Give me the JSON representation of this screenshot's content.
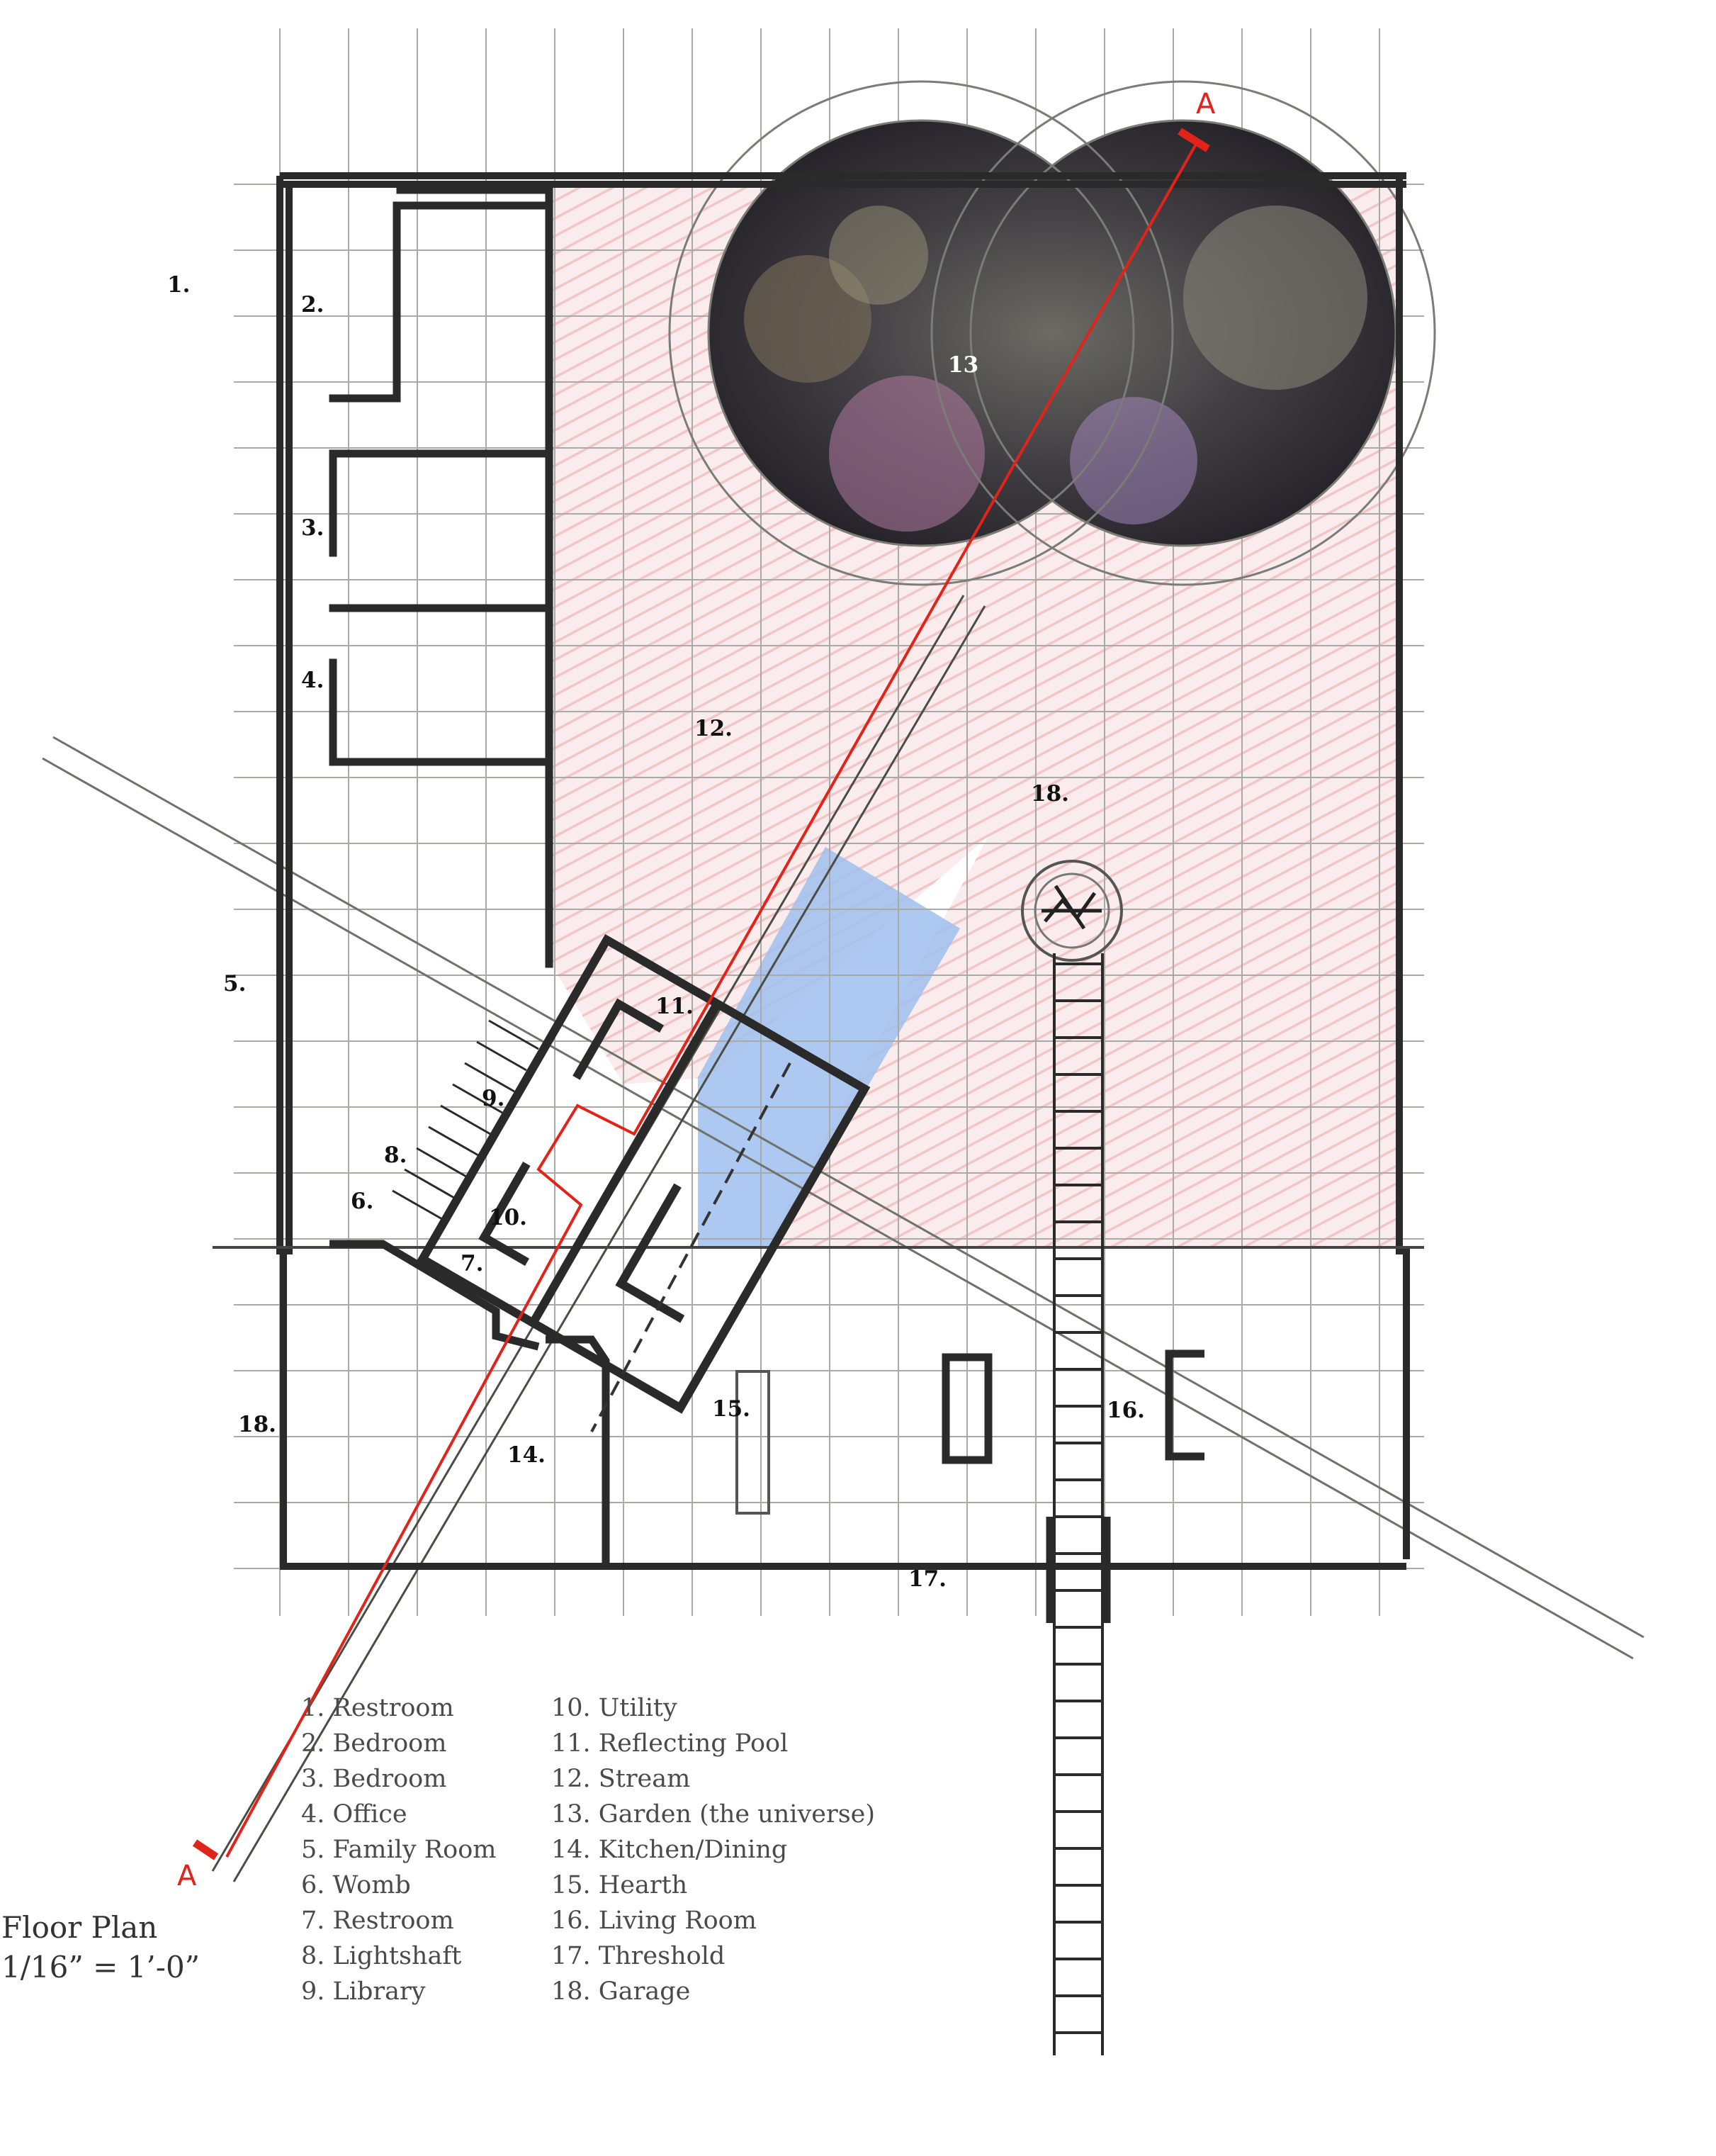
{
  "plan": {
    "labels": {
      "l1": "1.",
      "l2": "2.",
      "l3": "3.",
      "l4": "4.",
      "l5": "5.",
      "l6": "6.",
      "l7": "7.",
      "l8": "8.",
      "l9": "9.",
      "l10": "10.",
      "l11": "11.",
      "l12": "12.",
      "l13": "13",
      "l14": "14.",
      "l15": "15.",
      "l16": "16.",
      "l17": "17.",
      "l18a": "18.",
      "l18b": "18."
    },
    "section_marker": "A",
    "colors": {
      "wall": "#2a2a2a",
      "grid": "#a9aaa6",
      "stream": "#e9a8a6",
      "pool": "#9fc0ee",
      "section": "#e2231a",
      "garden": "#3a3440"
    }
  },
  "legend": {
    "col1": [
      "1. Restroom",
      "2. Bedroom",
      "3. Bedroom",
      "4. Office",
      "5. Family Room",
      "6. Womb",
      "7. Restroom",
      "8. Lightshaft",
      "9. Library"
    ],
    "col2": [
      "10. Utility",
      "11. Reflecting Pool",
      "12. Stream",
      "13. Garden (the universe)",
      "14. Kitchen/Dining",
      "15. Hearth",
      "16. Living Room",
      "17. Threshold",
      "18. Garage"
    ]
  },
  "caption": {
    "title": "Floor Plan",
    "scale": "1/16” = 1’-0”"
  }
}
